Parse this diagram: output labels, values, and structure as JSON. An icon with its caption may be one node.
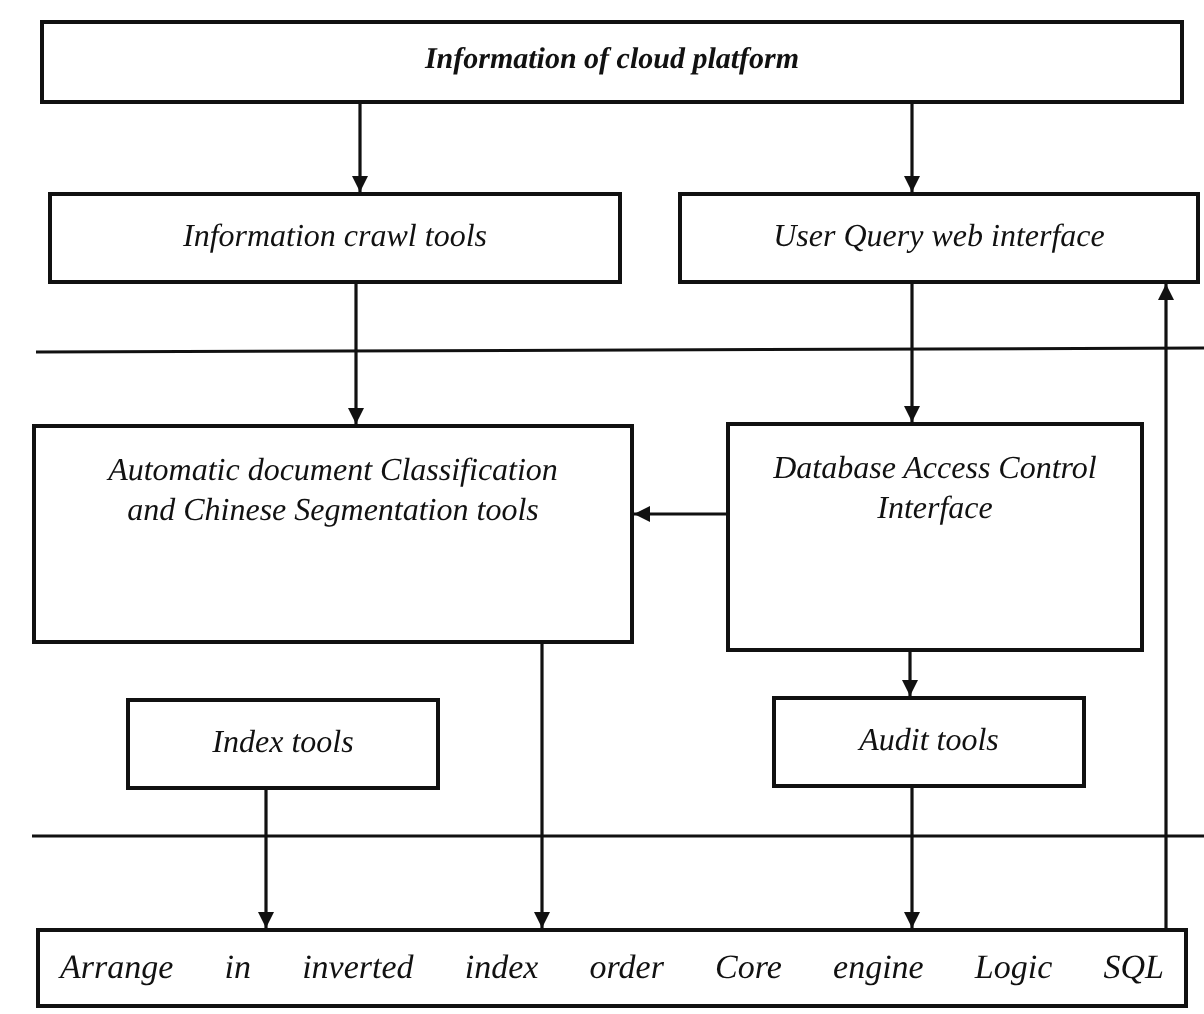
{
  "diagram": {
    "nodes": [
      {
        "text": [
          "Information of cloud platform"
        ]
      },
      {
        "text": [
          "Information crawl tools"
        ]
      },
      {
        "text": [
          "User Query web interface"
        ]
      },
      {
        "text": [
          "Automatic document Classification and Chinese Segmentation tools"
        ]
      },
      {
        "text": [
          "Database Access Control Interface"
        ]
      },
      {
        "text": [
          "Index tools"
        ]
      },
      {
        "text": [
          "Audit tools"
        ]
      },
      {
        "text": [
          "Arrange in inverted index order Core engine Logic SQL"
        ]
      }
    ],
    "edges": [
      {
        "from": 0,
        "to": 1,
        "arrow": "to"
      },
      {
        "from": 0,
        "to": 2,
        "arrow": "to"
      },
      {
        "from": 1,
        "to": 3,
        "arrow": "to"
      },
      {
        "from": 2,
        "to": 4,
        "arrow": "to"
      },
      {
        "from": 4,
        "to": 3,
        "arrow": "to"
      },
      {
        "from": 4,
        "to": 6,
        "arrow": "to"
      },
      {
        "from": 5,
        "to": 7,
        "arrow": "to"
      },
      {
        "from": 3,
        "to": 7,
        "arrow": "to"
      },
      {
        "from": 6,
        "to": 7,
        "arrow": "to"
      },
      {
        "from": 7,
        "to": 2,
        "arrow": "to"
      }
    ]
  }
}
